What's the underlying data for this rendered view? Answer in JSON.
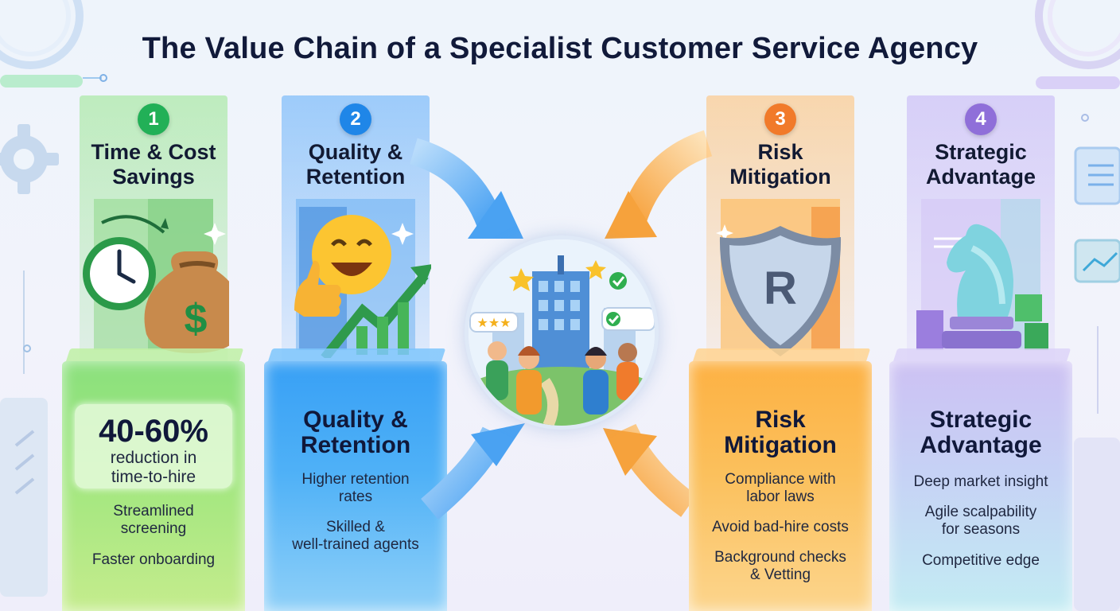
{
  "title": "The Value Chain of a Specialist Customer Service Agency",
  "center": {
    "icon": "agency-team-icon",
    "review_stars": "★★★"
  },
  "columns": [
    {
      "number": "1",
      "heading": "Time & Cost Savings",
      "heading_lines": [
        "Time & Cost",
        "Savings"
      ],
      "icon": "clock-money-bag-icon",
      "stat": "40-60%",
      "stat_sub_lines": [
        "reduction in",
        "time-to-hire"
      ],
      "items": [
        [
          "Streamlined",
          "screening"
        ],
        [
          "Faster onboarding"
        ]
      ],
      "color": "#22b057"
    },
    {
      "number": "2",
      "heading_lines": [
        "Quality &",
        "Retention"
      ],
      "panel_title_lines": [
        "Quality &",
        "Retention"
      ],
      "icon": "smiley-growth-icon",
      "items": [
        [
          "Higher retention",
          "rates"
        ],
        [
          "Skilled &",
          "well-trained agents"
        ]
      ],
      "color": "#1f86e8"
    },
    {
      "number": "3",
      "heading_lines": [
        "Risk",
        "Mitigation"
      ],
      "panel_title_lines": [
        "Risk",
        "Mitigation"
      ],
      "icon": "shield-icon",
      "shield_letter": "R",
      "items": [
        [
          "Compliance with",
          "labor laws"
        ],
        [
          "Avoid bad-hire costs"
        ],
        [
          "Background checks",
          "& Vetting"
        ]
      ],
      "color": "#f17a2a"
    },
    {
      "number": "4",
      "heading_lines": [
        "Strategic",
        "Advantage"
      ],
      "panel_title_lines": [
        "Strategic",
        "Advantage"
      ],
      "icon": "chess-knight-icon",
      "items": [
        [
          "Deep market insight"
        ],
        [
          "Agile scalpability",
          "for seasons"
        ],
        [
          "Competitive edge"
        ]
      ],
      "color": "#8f6fd9"
    }
  ]
}
